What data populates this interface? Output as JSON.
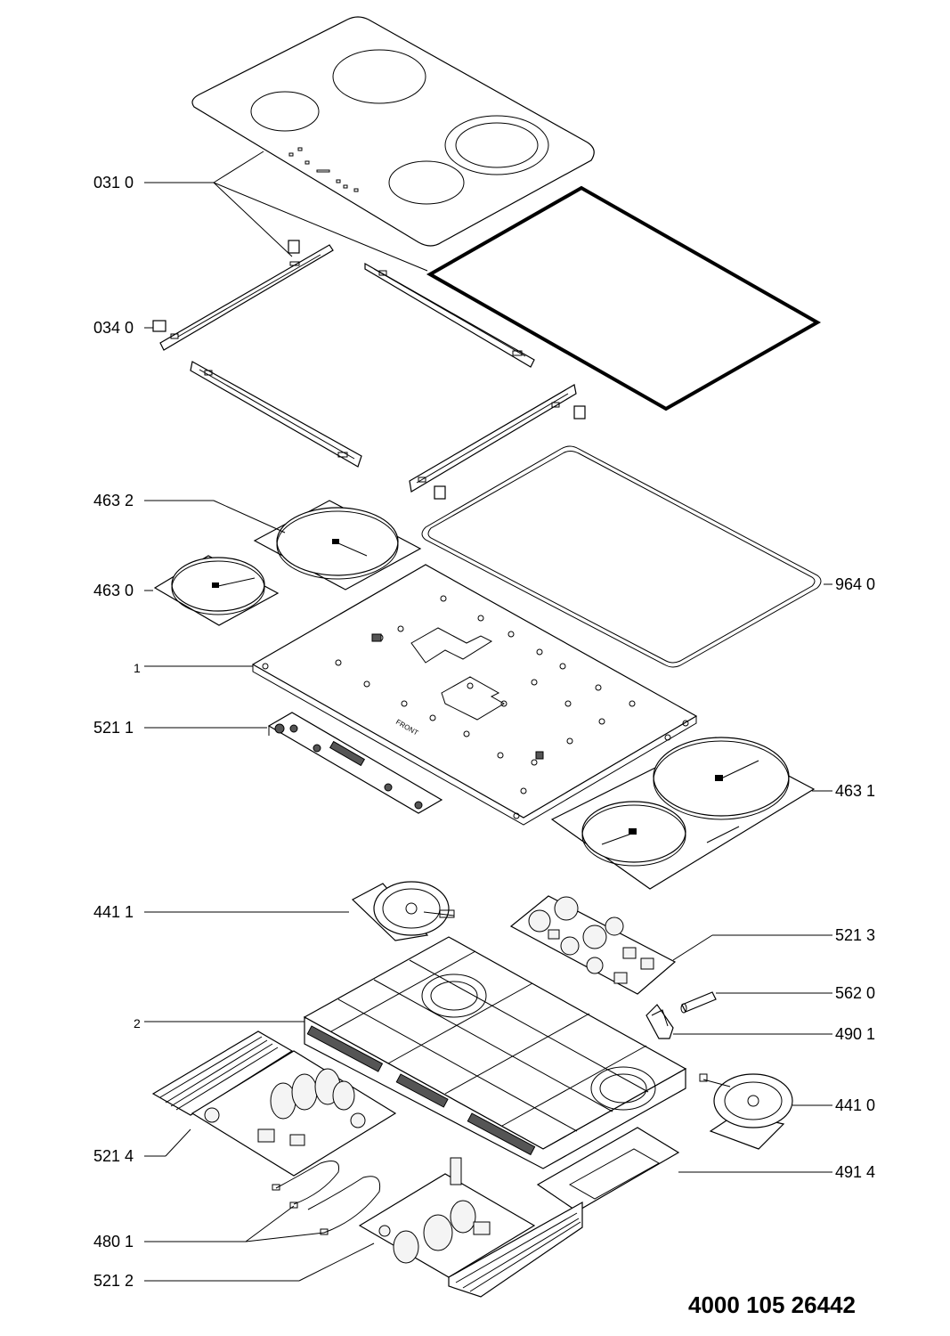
{
  "callouts": [
    {
      "id": "c0310",
      "label": "031 0"
    },
    {
      "id": "c0340",
      "label": "034 0"
    },
    {
      "id": "c4632",
      "label": "463 2"
    },
    {
      "id": "c4630",
      "label": "463 0"
    },
    {
      "id": "c9640",
      "label": "964 0"
    },
    {
      "id": "c1",
      "label": "1"
    },
    {
      "id": "c5211",
      "label": "521 1"
    },
    {
      "id": "c4631",
      "label": "463 1"
    },
    {
      "id": "c4411",
      "label": "441 1"
    },
    {
      "id": "c5213",
      "label": "521 3"
    },
    {
      "id": "c5620",
      "label": "562 0"
    },
    {
      "id": "c2",
      "label": "2"
    },
    {
      "id": "c4901",
      "label": "490 1"
    },
    {
      "id": "c4410",
      "label": "441 0"
    },
    {
      "id": "c5214",
      "label": "521 4"
    },
    {
      "id": "c4914",
      "label": "491 4"
    },
    {
      "id": "c4801",
      "label": "480 1"
    },
    {
      "id": "c5212",
      "label": "521 2"
    }
  ],
  "document_number": "4000 105 26442",
  "engraved_text": {
    "front_mark": "FRONT"
  },
  "colors": {
    "line": "#000000",
    "background": "#ffffff"
  }
}
